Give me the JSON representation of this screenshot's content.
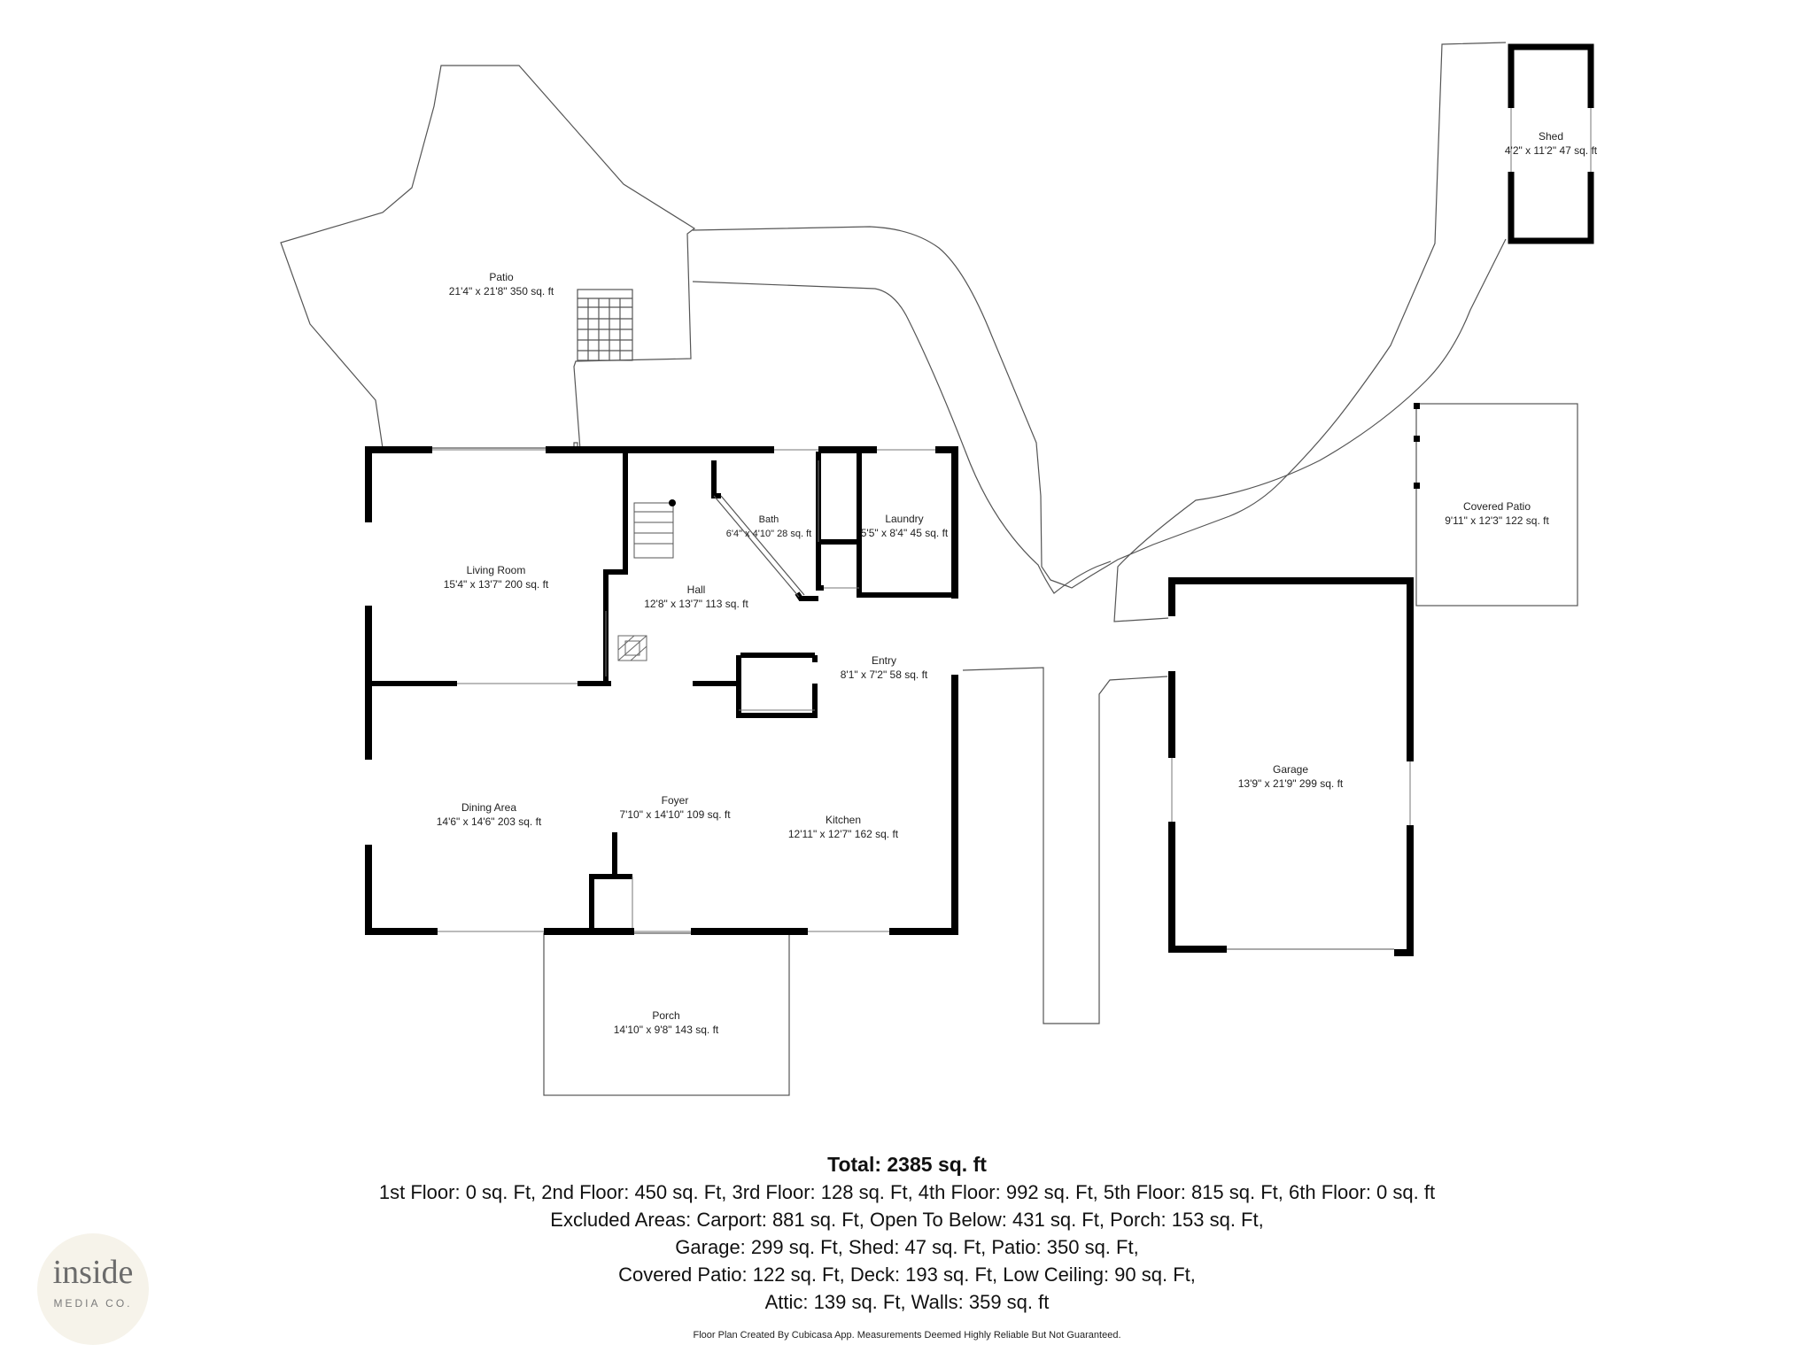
{
  "rooms": {
    "patio": {
      "name": "Patio",
      "dims": "21'4\" x 21'8\" 350 sq. ft"
    },
    "shed": {
      "name": "Shed",
      "dims": "4'2\" x 11'2\" 47 sq. ft"
    },
    "living_room": {
      "name": "Living Room",
      "dims": "15'4\" x 13'7\" 200 sq. ft"
    },
    "bath": {
      "name": "Bath",
      "dims": "6'4\" x 4'10\" 28 sq. ft"
    },
    "laundry": {
      "name": "Laundry",
      "dims": "5'5\" x 8'4\" 45 sq. ft"
    },
    "hall": {
      "name": "Hall",
      "dims": "12'8\" x 13'7\" 113 sq. ft"
    },
    "entry": {
      "name": "Entry",
      "dims": "8'1\" x 7'2\" 58 sq. ft"
    },
    "covered_patio": {
      "name": "Covered Patio",
      "dims": "9'11\" x 12'3\" 122 sq. ft"
    },
    "dining_area": {
      "name": "Dining Area",
      "dims": "14'6\" x 14'6\" 203 sq. ft"
    },
    "foyer": {
      "name": "Foyer",
      "dims": "7'10\" x 14'10\" 109 sq. ft"
    },
    "kitchen": {
      "name": "Kitchen",
      "dims": "12'11\" x 12'7\" 162 sq. ft"
    },
    "garage": {
      "name": "Garage",
      "dims": "13'9\" x 21'9\" 299 sq. ft"
    },
    "porch": {
      "name": "Porch",
      "dims": "14'10\" x 9'8\" 143 sq. ft"
    }
  },
  "summary": {
    "total": "Total: 2385 sq. ft",
    "line1": "1st Floor: 0 sq. Ft, 2nd Floor: 450 sq. Ft, 3rd Floor: 128 sq. Ft, 4th Floor: 992 sq. Ft, 5th Floor: 815 sq. Ft, 6th Floor: 0 sq. ft",
    "line2": "Excluded Areas: Carport: 881 sq. Ft, Open To Below: 431 sq. Ft, Porch: 153 sq. Ft,",
    "line3": "Garage: 299 sq. Ft, Shed: 47 sq. Ft, Patio: 350 sq. Ft,",
    "line4": "Covered Patio: 122 sq. Ft, Deck: 193 sq. Ft, Low Ceiling: 90 sq. Ft,",
    "line5": "Attic: 139 sq. Ft, Walls: 359 sq. ft"
  },
  "footnote": "Floor Plan Created By Cubicasa App. Measurements Deemed Highly Reliable But Not Guaranteed.",
  "logo": {
    "line1": "inside",
    "line2": "MEDIA CO."
  },
  "colors": {
    "wall": "#000000",
    "outline": "#555555",
    "logo_bg": "#f6f3ea"
  }
}
